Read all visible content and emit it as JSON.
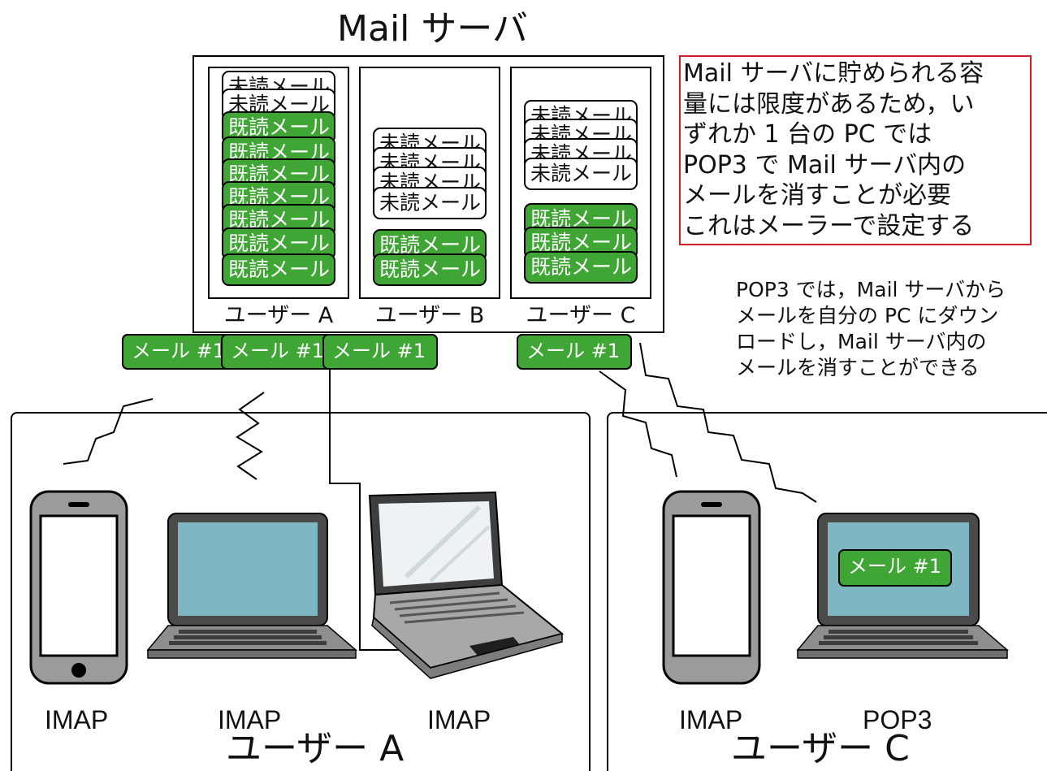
{
  "server": {
    "title": "Mail サーバ",
    "columns": [
      {
        "label": "ユーザー A",
        "mails": [
          {
            "text": "未読メール",
            "status": "unread"
          },
          {
            "text": "未読メール",
            "status": "unread"
          },
          {
            "text": "既読メール",
            "status": "read"
          },
          {
            "text": "既読メール",
            "status": "read"
          },
          {
            "text": "既読メール",
            "status": "read"
          },
          {
            "text": "既読メール",
            "status": "read"
          },
          {
            "text": "既読メール",
            "status": "read"
          },
          {
            "text": "既読メール",
            "status": "read"
          },
          {
            "text": "既読メール",
            "status": "read"
          }
        ]
      },
      {
        "label": "ユーザー B",
        "mails": [
          {
            "text": "未読メール",
            "status": "unread"
          },
          {
            "text": "未読メール",
            "status": "unread"
          },
          {
            "text": "未読メール",
            "status": "unread"
          },
          {
            "text": "未読メール",
            "status": "unread"
          },
          {
            "text": "既読メール",
            "status": "read"
          },
          {
            "text": "既読メール",
            "status": "read"
          }
        ]
      },
      {
        "label": "ユーザー C",
        "mails": [
          {
            "text": "未読メール",
            "status": "unread"
          },
          {
            "text": "未読メール",
            "status": "unread"
          },
          {
            "text": "未読メール",
            "status": "unread"
          },
          {
            "text": "未読メール",
            "status": "unread"
          },
          {
            "text": "既読メール",
            "status": "read"
          },
          {
            "text": "既読メール",
            "status": "read"
          },
          {
            "text": "既読メール",
            "status": "read"
          }
        ]
      }
    ]
  },
  "mail_chips": [
    "メール #1",
    "メール #1",
    "メール #1",
    "メール #1"
  ],
  "notes": {
    "limit_note": [
      "Mail サーバに貯められる容",
      "量には限度があるため，い",
      "ずれか 1 台の PC では",
      "POP3 で Mail サーバ内の",
      "メールを消すことが必要",
      "これはメーラーで設定する"
    ],
    "pop3_note": [
      "POP3 では，Mail サーバから",
      "メールを自分の PC にダウン",
      "ロードし，Mail サーバ内の",
      "メールを消すことができる"
    ]
  },
  "user_a": {
    "label": "ユーザー A",
    "devices": [
      {
        "type": "smartphone",
        "protocol": "IMAP"
      },
      {
        "type": "laptop",
        "protocol": "IMAP"
      },
      {
        "type": "laptop-angled",
        "protocol": "IMAP"
      }
    ]
  },
  "user_c": {
    "label": "ユーザー C",
    "devices": [
      {
        "type": "smartphone",
        "protocol": "IMAP"
      },
      {
        "type": "laptop",
        "protocol": "POP3",
        "screen_mail": "メール #1"
      }
    ]
  },
  "colors": {
    "read_mail": "#3fa535",
    "note_border": "#d0202a",
    "screen": "#7fb6c3"
  }
}
